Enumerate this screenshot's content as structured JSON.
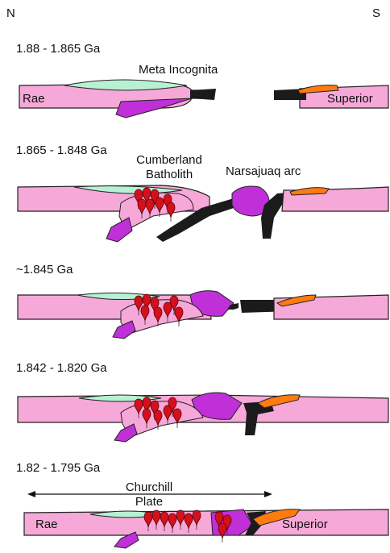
{
  "compass": {
    "north": "N",
    "south": "S"
  },
  "stages": [
    {
      "age": "1.88 - 1.865 Ga",
      "labels": [
        "Meta Incognita",
        "Rae",
        "Superior"
      ]
    },
    {
      "age": "1.865 - 1.848 Ga",
      "labels": [
        "Cumberland",
        "Batholith",
        "Narsajuaq arc"
      ]
    },
    {
      "age": "~1.845 Ga",
      "labels": []
    },
    {
      "age": "1.842 - 1.820 Ga",
      "labels": []
    },
    {
      "age": "1.82 - 1.795 Ga",
      "labels": [
        "Churchill",
        "Plate",
        "Rae",
        "Superior"
      ]
    }
  ],
  "colors": {
    "crust": "#f6a8d8",
    "crust_edge": "#222222",
    "meta_incognita": "#b8f0d4",
    "arc": "#c030d8",
    "slab": "#1b1b1b",
    "superior_wedge": "#ff7a10",
    "pluton": "#d4101c"
  },
  "icons": [
    "double-arrow-icon",
    "pluton-drop-icon"
  ]
}
